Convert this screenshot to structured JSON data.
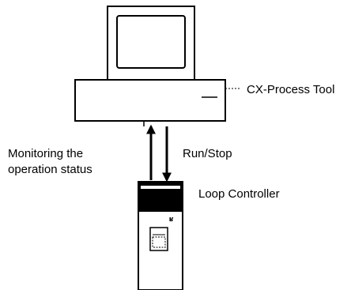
{
  "labels": {
    "pc": "CX-Process Tool",
    "monitor_line1": "Monitoring the",
    "monitor_line2": "operation status",
    "run_stop": "Run/Stop",
    "controller": "Loop Controller"
  },
  "colors": {
    "stroke": "#000000",
    "background": "#ffffff"
  }
}
